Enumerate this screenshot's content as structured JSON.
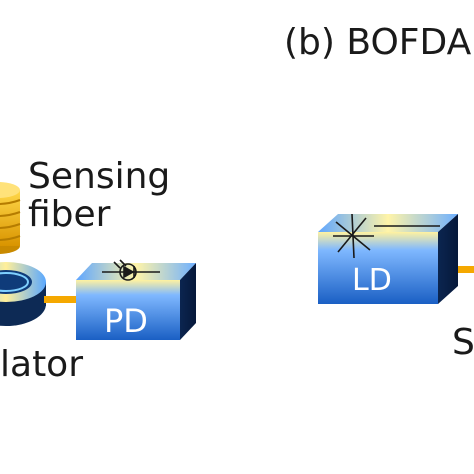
{
  "panel_b": {
    "title": "(b) BOFDA"
  },
  "labels": {
    "sensing_fiber_line1": "Sensing",
    "sensing_fiber_line2": "fiber",
    "circulator_partial": "lator",
    "right_partial": "S"
  },
  "components": {
    "pd": "PD",
    "ld": "LD"
  },
  "colors": {
    "box_blue": "#1f6fd1",
    "box_top_light": "#fff4a8",
    "fiber_gold": "#f2b705",
    "connector": "#f5a800",
    "circulator_dark": "#0d2a55"
  }
}
